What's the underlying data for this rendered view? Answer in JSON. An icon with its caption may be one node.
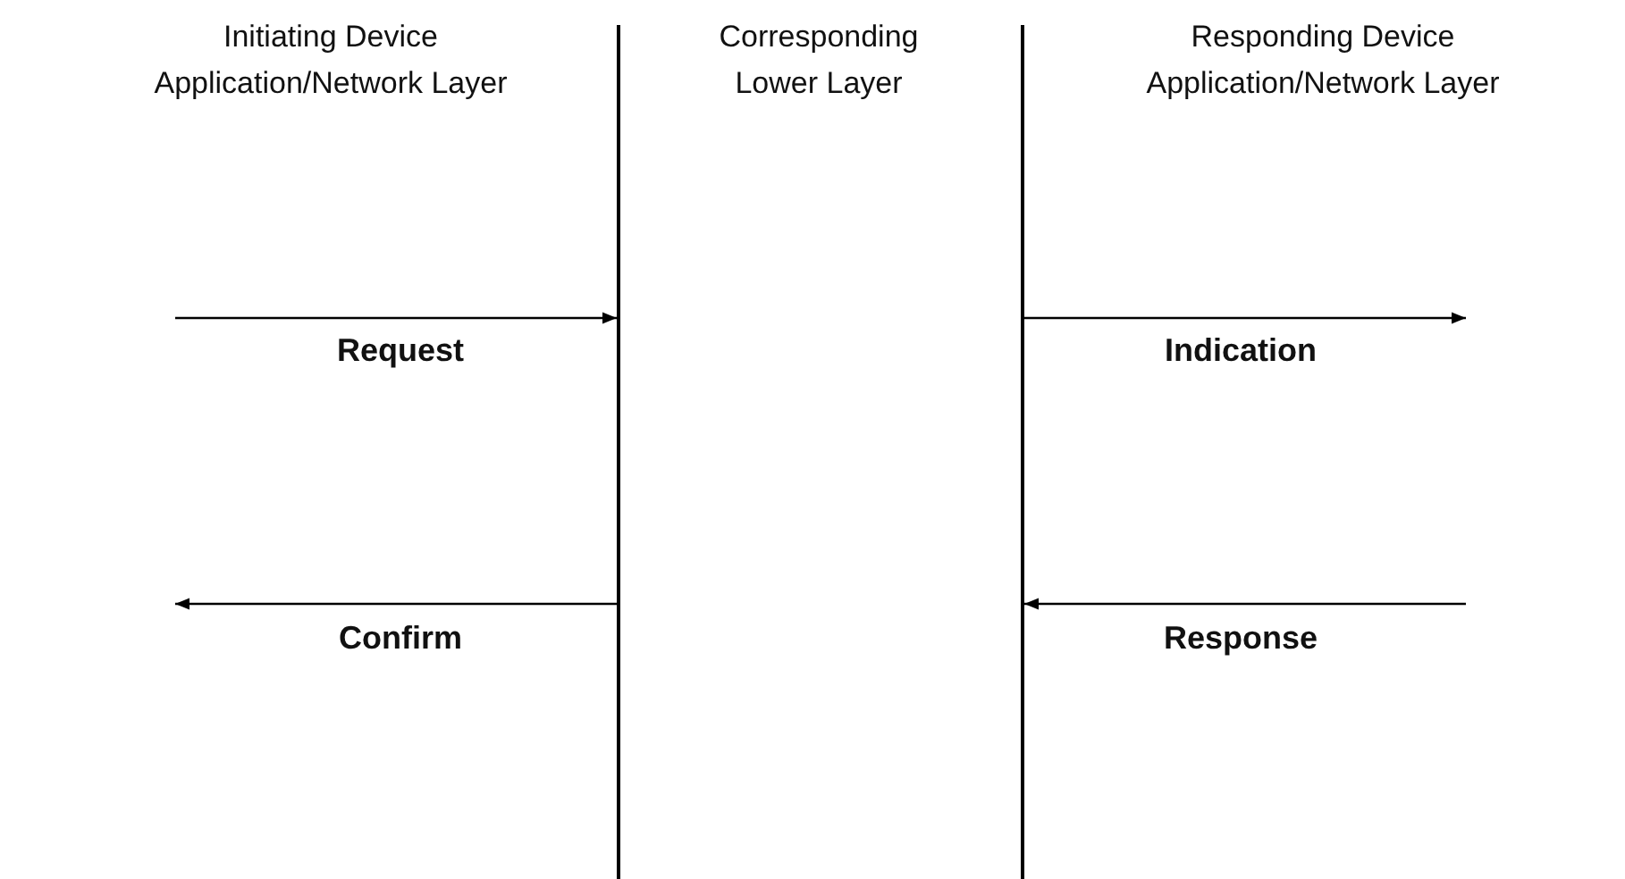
{
  "diagram": {
    "nodes": [
      {
        "text": [],
        "shape": "bar"
      },
      {
        "text": [],
        "shape": "bar"
      }
    ],
    "edges": [
      {
        "from": null,
        "to": 0,
        "arrow": "to",
        "label": "Request"
      },
      {
        "from": 1,
        "to": null,
        "arrow": "to",
        "label": "Indication"
      },
      {
        "from": 0,
        "to": null,
        "arrow": "to",
        "label": "Confirm"
      },
      {
        "from": null,
        "to": 1,
        "arrow": "to",
        "label": "Response"
      }
    ],
    "labels": [
      "Initiating Device Application/Network Layer",
      "Corresponding Lower Layer",
      "Responding Device Application/Network Layer"
    ]
  }
}
